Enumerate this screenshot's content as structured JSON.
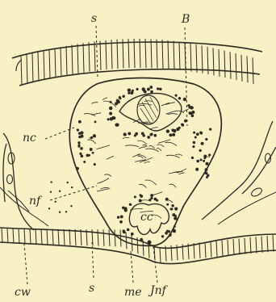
{
  "figure": {
    "labels": {
      "s_top": "s",
      "B": "B",
      "nc": "nc",
      "nf": "nf",
      "cc": "cc",
      "cw": "cw",
      "s_bottom": "s",
      "me": "me",
      "Jnf": "Jnf"
    }
  },
  "colors": {
    "background": "#f8f1c6",
    "ink": "#2e2a22"
  }
}
